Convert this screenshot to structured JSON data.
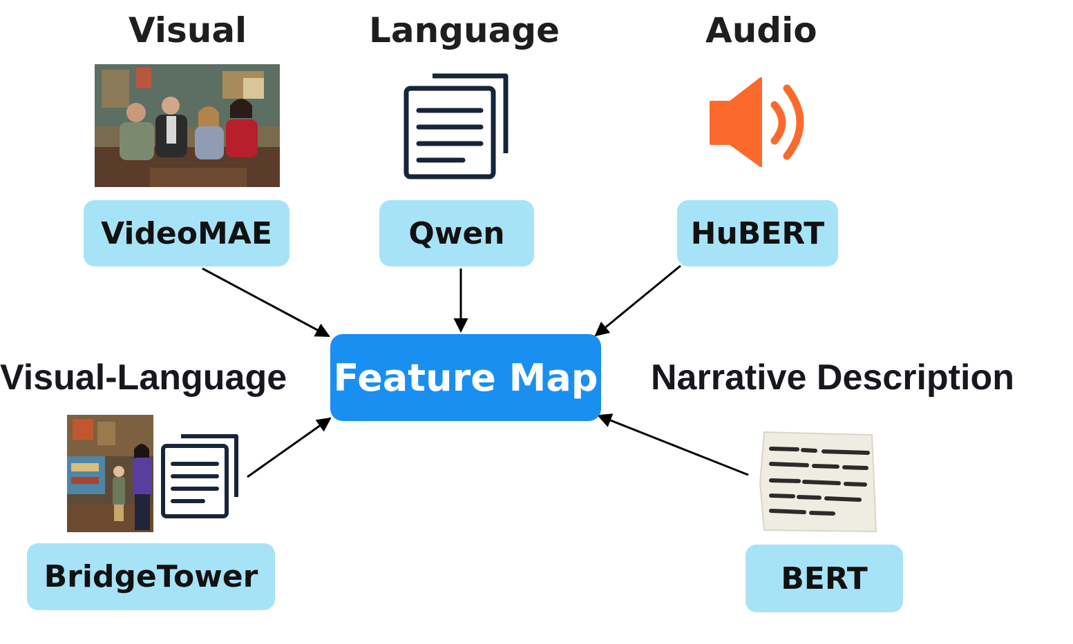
{
  "modalities": {
    "visual": "Visual",
    "language": "Language",
    "audio": "Audio",
    "visual_language": "Visual-Language",
    "narrative": "Narrative Description"
  },
  "models": {
    "videomae": "VideoMAE",
    "qwen": "Qwen",
    "hubert": "HuBERT",
    "bridgetower": "BridgeTower",
    "bert": "BERT"
  },
  "center": {
    "label": "Feature Map"
  },
  "colors": {
    "model_box": "#a7e3f7",
    "feature_box": "#1a8ff2",
    "speaker": "#fb6a2c",
    "document_icon": "#17253a",
    "arrow": "#000000"
  },
  "icons": {
    "language": "document-icon",
    "audio": "speaker-icon",
    "visual_language_doc": "document-icon",
    "narrative": "paper-note-icon"
  }
}
